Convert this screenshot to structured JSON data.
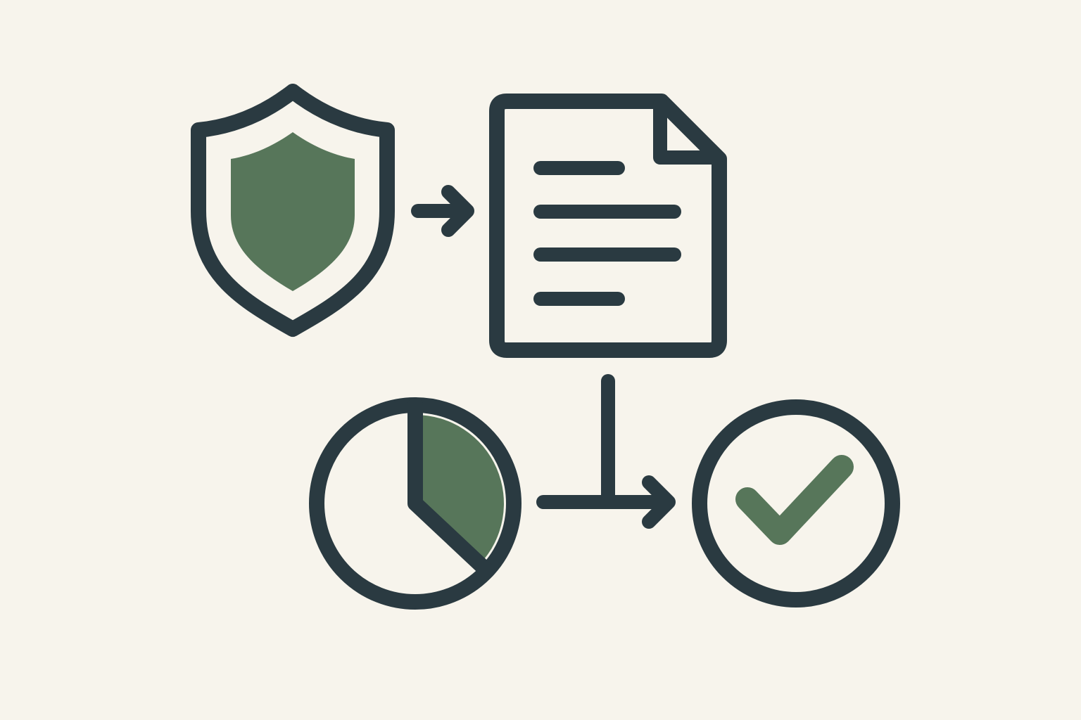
{
  "colors": {
    "background": "#f7f4ec",
    "outline": "#2a3a41",
    "accent": "#57765a",
    "paper": "#f8f5ee"
  },
  "nodes": [
    {
      "id": "shield",
      "icon": "shield-icon"
    },
    {
      "id": "document",
      "icon": "document-icon"
    },
    {
      "id": "pie-chart",
      "icon": "pie-chart-icon",
      "highlighted_fraction": 0.37
    },
    {
      "id": "check",
      "icon": "check-circle-icon"
    }
  ],
  "edges": [
    {
      "from": "shield",
      "to": "document",
      "icon": "arrow-right-icon"
    },
    {
      "from": "document",
      "to": "check",
      "icon": "elbow-arrow-icon"
    },
    {
      "from": "pie-chart",
      "to": "check",
      "icon": "arrow-right-icon"
    }
  ]
}
